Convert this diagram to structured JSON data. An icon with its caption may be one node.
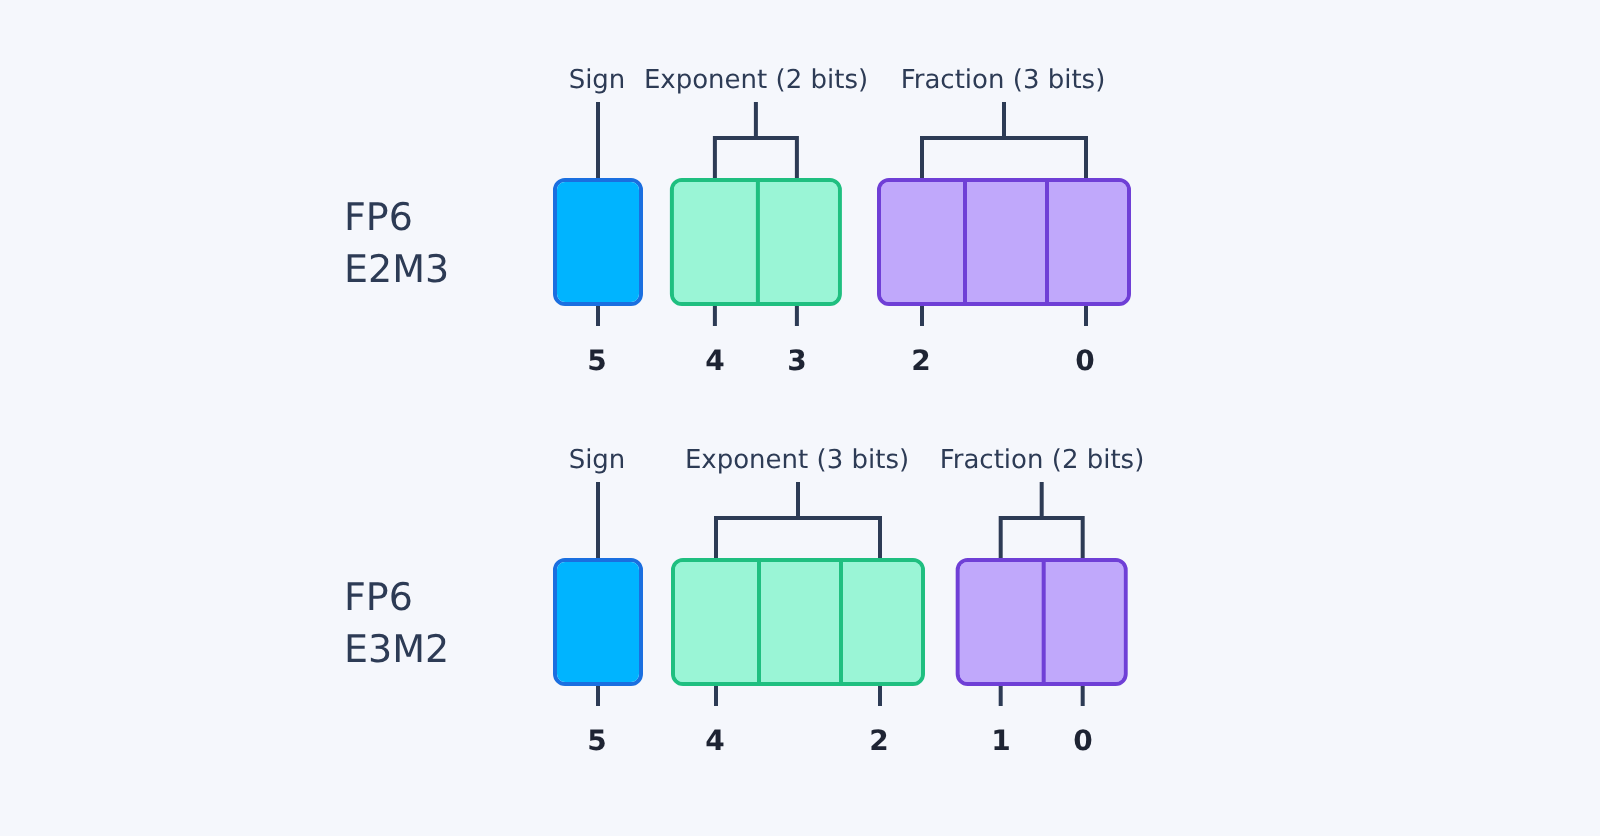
{
  "diagram": {
    "nodes": [
      {
        "text": [
          "Sign"
        ],
        "beside": [
          "5"
        ]
      },
      {
        "text": [],
        "shape": "box",
        "in": 0
      },
      {
        "text": [
          "Exponent (2 bits)"
        ],
        "beside": [
          "4",
          "3"
        ]
      },
      {
        "text": [],
        "shape": "box",
        "in": 2
      },
      {
        "text": [],
        "shape": "box",
        "in": 2
      },
      {
        "text": [
          "Fraction (3 bits)"
        ],
        "beside": [
          "2",
          "0"
        ]
      },
      {
        "text": [],
        "shape": "box",
        "in": 5
      },
      {
        "text": [],
        "shape": "box",
        "in": 5
      },
      {
        "text": [],
        "shape": "box",
        "in": 5
      },
      {
        "text": [
          "Sign"
        ],
        "beside": [
          "5"
        ]
      },
      {
        "text": [],
        "shape": "box",
        "in": 9
      },
      {
        "text": [
          "Exponent (3 bits)"
        ],
        "beside": [
          "4",
          "2"
        ]
      },
      {
        "text": [],
        "shape": "box",
        "in": 11
      },
      {
        "text": [],
        "shape": "box",
        "in": 11
      },
      {
        "text": [],
        "shape": "box",
        "in": 11
      },
      {
        "text": [
          "Fraction (2 bits)"
        ],
        "beside": [
          "1",
          "0"
        ]
      },
      {
        "text": [],
        "shape": "box",
        "in": 15
      },
      {
        "text": [],
        "shape": "box",
        "in": 15
      }
    ],
    "labels": [
      "FP6 E2M3",
      "FP6 E3M2"
    ]
  }
}
